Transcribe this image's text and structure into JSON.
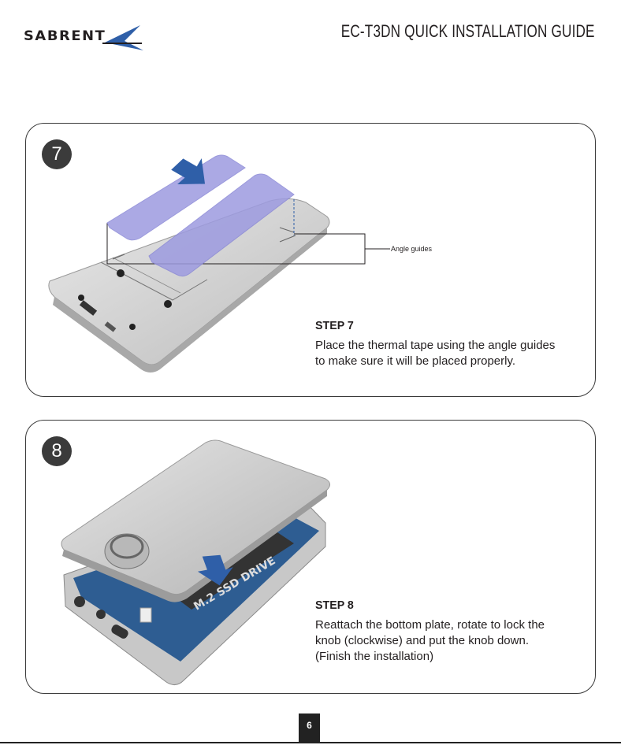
{
  "header": {
    "brand": "SABRENT",
    "doc_title": "EC-T3DN QUICK INSTALLATION GUIDE"
  },
  "steps": [
    {
      "number": "7",
      "title": "STEP 7",
      "lines": [
        "Place the thermal tape using the angle guides",
        "to make sure it will be placed properly."
      ],
      "callout": "Angle guides"
    },
    {
      "number": "8",
      "title": "STEP 8",
      "lines": [
        "Reattach the bottom plate, rotate to lock the",
        "knob (clockwise) and put the knob down.",
        "(Finish the installation)"
      ],
      "drive_label": "M.2 SSD DRIVE"
    }
  ],
  "footer": {
    "page_number": "6"
  },
  "colors": {
    "accent_blue": "#2f5fa8",
    "tape_purple": "#9d9be0",
    "panel_border": "#3a3a3a"
  }
}
